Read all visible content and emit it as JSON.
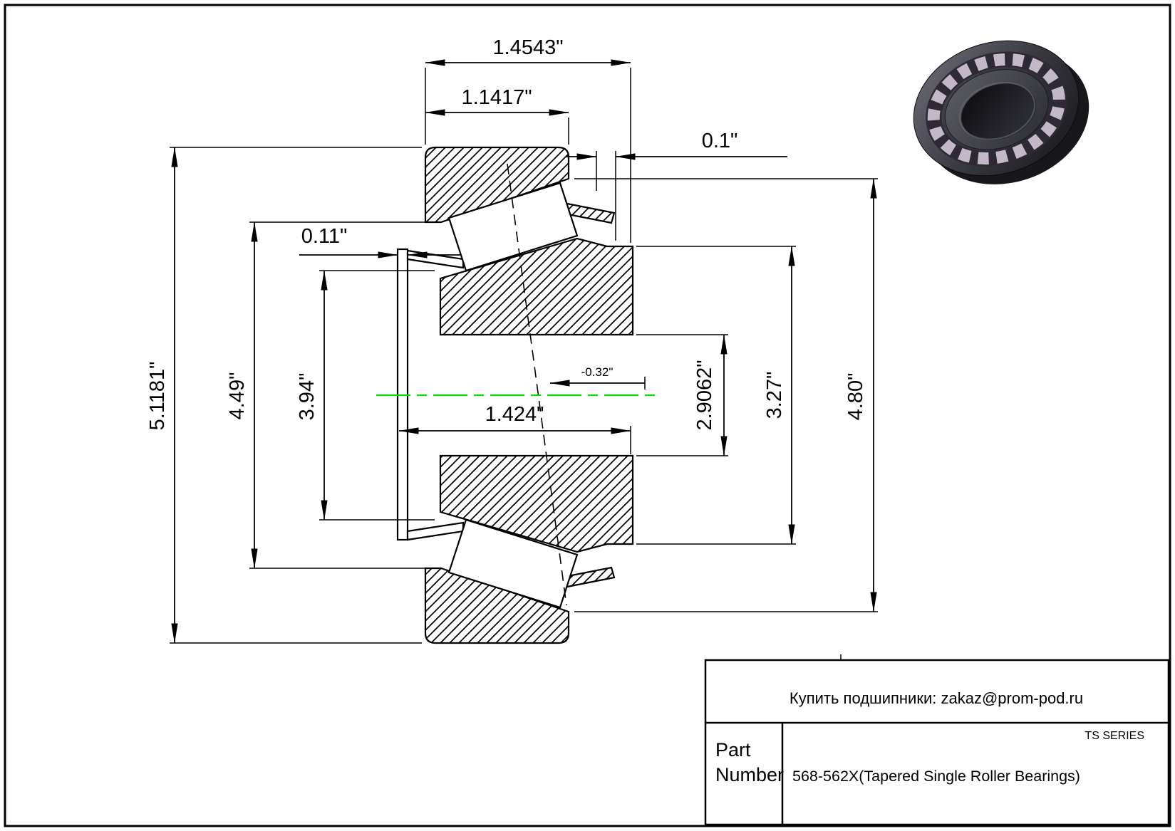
{
  "drawing": {
    "dimensions": {
      "overall_width": "1.4543\"",
      "cup_width": "1.1417\"",
      "stand_out": "0.1\"",
      "flange_thickness": "0.11\"",
      "outer_diameter": "5.1181\"",
      "flange_diameter": "4.49\"",
      "rib_diameter": "3.94\"",
      "cone_width": "1.424\"",
      "effective_center": "-0.32\"",
      "bore_diameter": "2.9062\"",
      "cone_front_diameter": "3.27\"",
      "cup_raceway_diameter": "4.80\""
    },
    "centerline_color": "#00dd00"
  },
  "title_block": {
    "purchase_line": "Купить подшипники: zakaz@prom-pod.ru",
    "series_label": "TS SERIES",
    "part_label_line1": "Part",
    "part_label_line2": "Number",
    "part_number": "568-562X(Tapered Single Roller Bearings)"
  }
}
